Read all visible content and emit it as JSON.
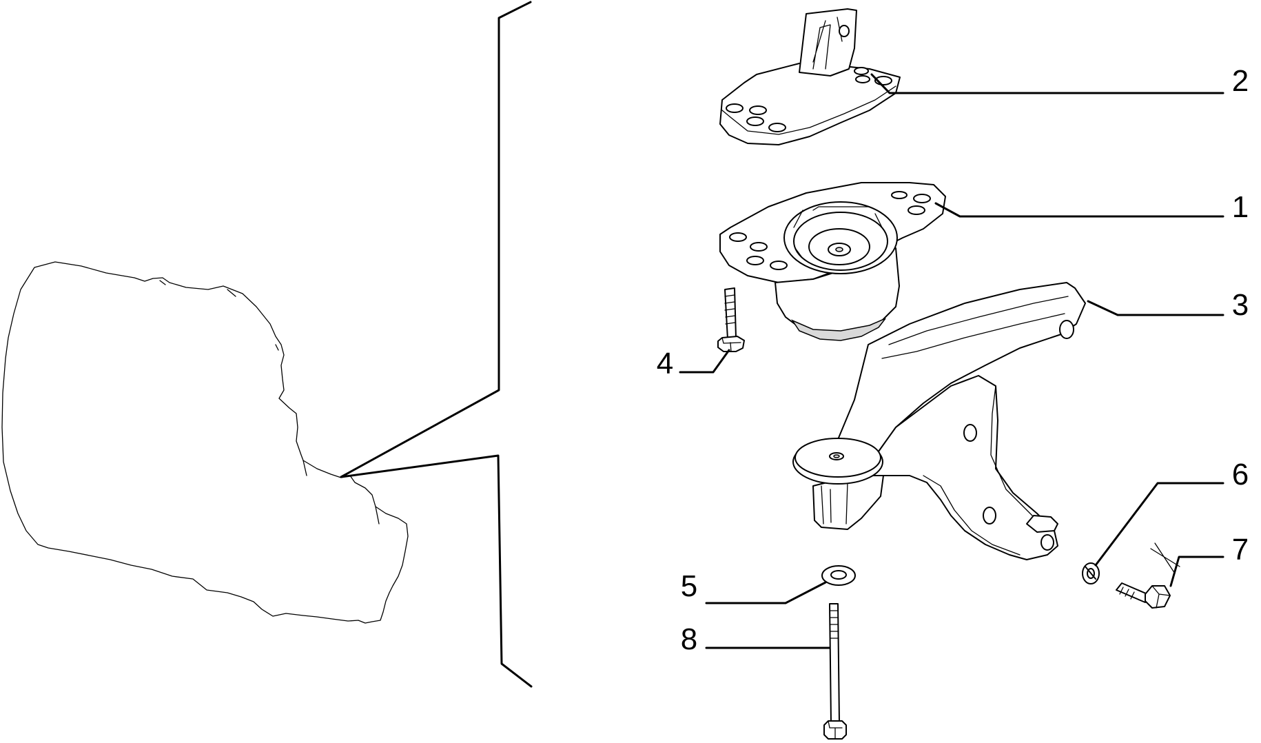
{
  "diagram": {
    "type": "exploded-parts-diagram",
    "background": "#ffffff",
    "line_color": "#000000",
    "callouts": [
      {
        "id": "callout-2",
        "number": "2"
      },
      {
        "id": "callout-1",
        "number": "1"
      },
      {
        "id": "callout-3",
        "number": "3"
      },
      {
        "id": "callout-4",
        "number": "4"
      },
      {
        "id": "callout-6",
        "number": "6"
      },
      {
        "id": "callout-7",
        "number": "7"
      },
      {
        "id": "callout-5",
        "number": "5"
      },
      {
        "id": "callout-8",
        "number": "8"
      }
    ]
  }
}
